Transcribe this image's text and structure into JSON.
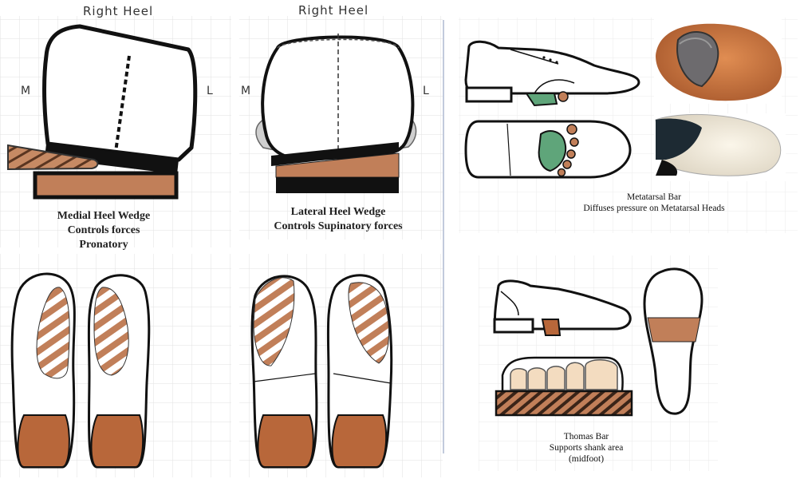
{
  "panels": {
    "medial": {
      "header": "Right Heel",
      "medial_letter": "M",
      "lateral_letter": "L",
      "caption_lines": [
        "Medial Heel Wedge",
        "Controls forces",
        "Pronatory"
      ]
    },
    "lateral": {
      "header": "Right Heel",
      "medial_letter": "M",
      "lateral_letter": "L",
      "caption_lines": [
        "Lateral Heel Wedge",
        "Controls Supinatory forces"
      ]
    },
    "metatarsal": {
      "caption_lines": [
        "Metatarsal Bar",
        "Diffuses pressure on Metatarsal Heads"
      ]
    },
    "thomas": {
      "caption_lines": [
        "Thomas Bar",
        "Supports shank area",
        "(midfoot)"
      ]
    }
  },
  "colors": {
    "wedge_brown": "#c17f59",
    "heel_brown": "#b8673a",
    "bar_green": "#5fa57a",
    "toe_beige": "#f3dcc0",
    "grid": "#e4e4e4"
  }
}
